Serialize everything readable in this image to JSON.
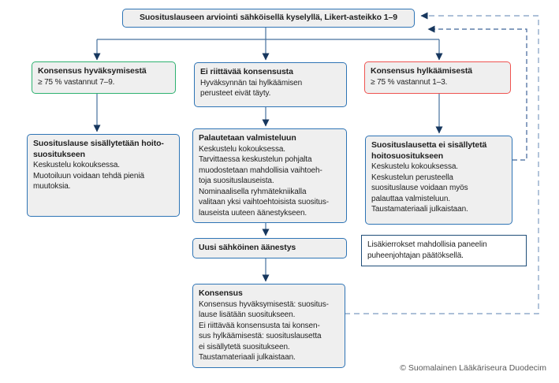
{
  "title_box": {
    "label": "Suosituslauseen arviointi sähköisellä kyselyllä, Likert-asteikko 1–9"
  },
  "outcomes": {
    "accept": {
      "title": "Konsensus hyväksymisestä",
      "body": "≥ 75 % vastannut 7–9."
    },
    "insufficient": {
      "title": "Ei riittävää konsensusta",
      "body": "Hyväksynnän tai hylkäämisen\nperusteet eivät täyty."
    },
    "reject": {
      "title": "Konsensus hylkäämisestä",
      "body": "≥ 75 % vastannut 1–3."
    }
  },
  "actions": {
    "include": {
      "title": "Suosituslause sisällytetään hoito-\nsuositukseen",
      "body": "Keskustelu kokouksessa.\nMuotoiluun voidaan tehdä pieniä\nmuutoksia."
    },
    "return_to_prep": {
      "title": "Palautetaan valmisteluun",
      "body": "Keskustelu kokouksessa.\nTarvittaessa keskustelun pohjalta\nmuodostetaan mahdollisia vaihtoeh-\ntoja suosituslauseista.\nNominaalisella ryhmätekniikalla\nvalitaan yksi vaihtoehtoisista suositus-\nlauseista uuteen äänestykseen."
    },
    "exclude": {
      "title": "Suosituslausetta ei sisällytetä\nhoitosuositukseen",
      "body": "Keskustelu kokouksessa.\nKeskustelun perusteella\nsuosituslause voidaan myös\npalauttaa valmisteluun.\nTaustamateriaali julkaistaan."
    }
  },
  "revote_box": {
    "label": "Uusi sähköinen äänestys"
  },
  "consensus_box": {
    "title": "Konsensus",
    "body": "Konsensus hyväksymisestä: suositus-\nlause lisätään suositukseen.\nEi riittävää konsensusta tai konsen-\nsus hylkäämisestä: suosituslausetta\nei sisällytetä suositukseen.\nTaustamateriaali julkaistaan."
  },
  "note_box": {
    "body": "Lisäkierrokset mahdollisia paneelin\npuheenjohtajan päätöksellä."
  },
  "footer": {
    "copyright": "© Suomalainen Lääkäriseura Duodecim"
  },
  "colors": {
    "accept_border": "#2eb170",
    "insufficient_border": "#2e74b5",
    "reject_border": "#ef5350",
    "box_border": "#2e74b5",
    "note_border": "#1f4e79",
    "box_fill": "#efefef",
    "line": "#46719e",
    "arrowhead": "#17375e",
    "dashed_outer": "#92abcb",
    "dashed_inner": "#3f6399"
  }
}
